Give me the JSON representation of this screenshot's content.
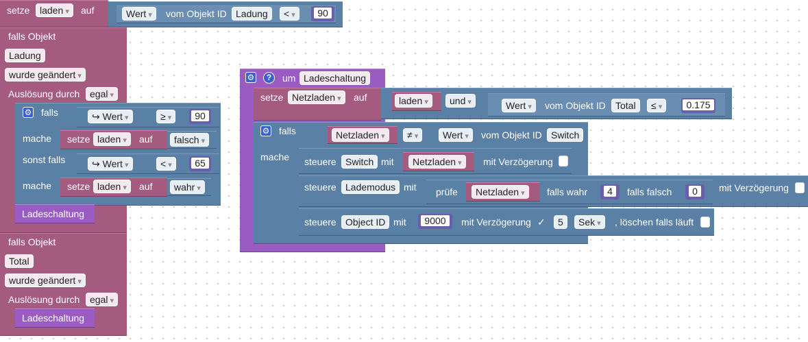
{
  "top_set": {
    "setze": "setze",
    "var": "laden",
    "auf": "auf",
    "wert": "Wert",
    "vom_objekt": "vom Objekt ID",
    "object": "Ladung",
    "op": "<",
    "value": "90"
  },
  "trigger1": {
    "falls_objekt": "falls Objekt",
    "object": "Ladung",
    "changed": "wurde geändert",
    "ausl": "Auslösung durch",
    "egal": "egal",
    "if_falls": "falls",
    "arrow_wert": "↪ Wert",
    "op1": "≥",
    "val1": "90",
    "mache": "mache",
    "setze": "setze",
    "var": "laden",
    "auf": "auf",
    "falsch": "falsch",
    "sonst_falls": "sonst falls",
    "op2": "<",
    "val2": "65",
    "wahr": "wahr",
    "call": "Ladeschaltung"
  },
  "trigger2": {
    "falls_objekt": "falls Objekt",
    "object": "Total",
    "changed": "wurde geändert",
    "ausl": "Auslösung durch",
    "egal": "egal",
    "call": "Ladeschaltung"
  },
  "func": {
    "um": "um",
    "name": "Ladeschaltung",
    "setze": "setze",
    "var": "Netzladen",
    "auf": "auf",
    "laden": "laden",
    "und": "und",
    "wert": "Wert",
    "vom_objekt": "vom Objekt ID",
    "object_total": "Total",
    "op_le": "≤",
    "value": "0.175",
    "falls": "falls",
    "netzladen": "Netzladen",
    "op_ne": "≠",
    "object_switch": "Switch",
    "mache": "mache",
    "steuere": "steuere",
    "switch": "Switch",
    "mit": "mit",
    "mit_verz": "mit Verzögerung",
    "lademodus": "Lademodus",
    "pruefe": "prüfe",
    "falls_wahr": "falls wahr",
    "val_true": "4",
    "falls_falsch": "falls falsch",
    "val_false": "0",
    "object_id": "Object ID",
    "val_9000": "9000",
    "check": "✓",
    "delay": "5",
    "sek": "Sek",
    "loeschen": ", löschen falls läuft"
  },
  "icons": {
    "gear": "gear-icon",
    "help": "help-icon"
  },
  "colors": {
    "variable": "#a55b80",
    "logic": "#5b80a5",
    "procedure": "#9a5cc2"
  }
}
